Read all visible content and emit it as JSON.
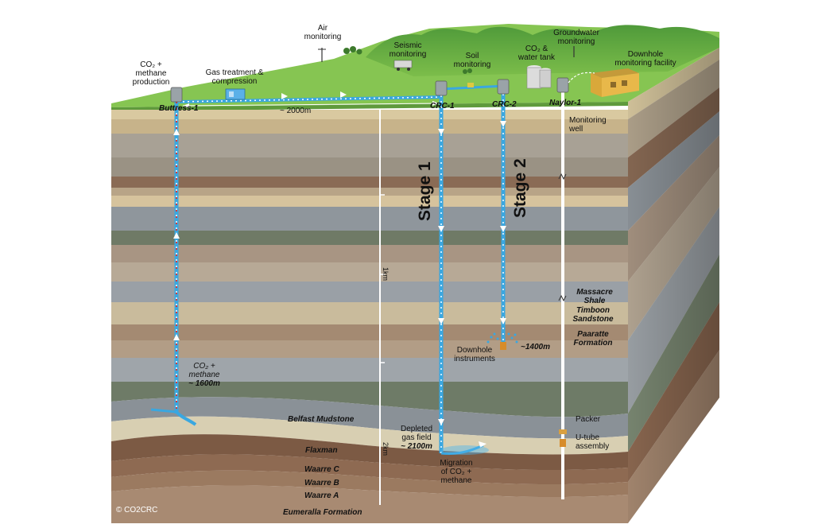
{
  "labels": {
    "air_monitoring": [
      "Air",
      "monitoring"
    ],
    "co2_methane_production": [
      "CO₂ +",
      "methane",
      "production"
    ],
    "gas_treatment": [
      "Gas treatment &",
      "compression"
    ],
    "seismic_monitoring": [
      "Seismic",
      "monitoring"
    ],
    "soil_monitoring": [
      "Soil",
      "monitoring"
    ],
    "co2_water_tank": [
      "CO₂ &",
      "water tank"
    ],
    "groundwater_monitoring": [
      "Groundwater",
      "monitoring"
    ],
    "downhole_monitoring_facility": [
      "Downhole",
      "monitoring facility"
    ],
    "buttress": "Buttress-1",
    "crc1": "CRC-1",
    "crc2": "CRC-2",
    "naylor": "Naylor-1",
    "distance": "~ 2000m",
    "monitoring_well": [
      "Monitoring",
      "well"
    ],
    "stage1": "Stage 1",
    "stage2": "Stage 2",
    "depth_1km": "1km",
    "depth_2km": "2km",
    "massacre_shale": [
      "Massacre",
      "Shale"
    ],
    "timboon_sandstone": [
      "Timboon",
      "Sandstone"
    ],
    "paaratte_formation": [
      "Paaratte",
      "Formation"
    ],
    "downhole_instruments": [
      "Downhole",
      "instruments"
    ],
    "depth_1400": "~1400m",
    "co2_methane_1600": [
      "CO₂ +",
      "methane",
      "~ 1600m"
    ],
    "belfast_mudstone": "Belfast Mudstone",
    "packer": "Packer",
    "u_tube": [
      "U-tube",
      "assembly"
    ],
    "depleted_gas_field": [
      "Depleted",
      "gas field",
      "~ 2100m"
    ],
    "flaxman": "Flaxman",
    "migration": [
      "Migration",
      "of CO₂ +",
      "methane"
    ],
    "waarre_c": "Waarre C",
    "waarre_b": "Waarre B",
    "waarre_a": "Waarre A",
    "eumeralla": "Eumeralla Formation",
    "copyright": "© CO2CRC"
  },
  "colors": {
    "grass": "#7fbf4a",
    "pipe": "#3aa7e0",
    "pipe_dot": "#d23b3b",
    "sky": "#ffffff"
  }
}
